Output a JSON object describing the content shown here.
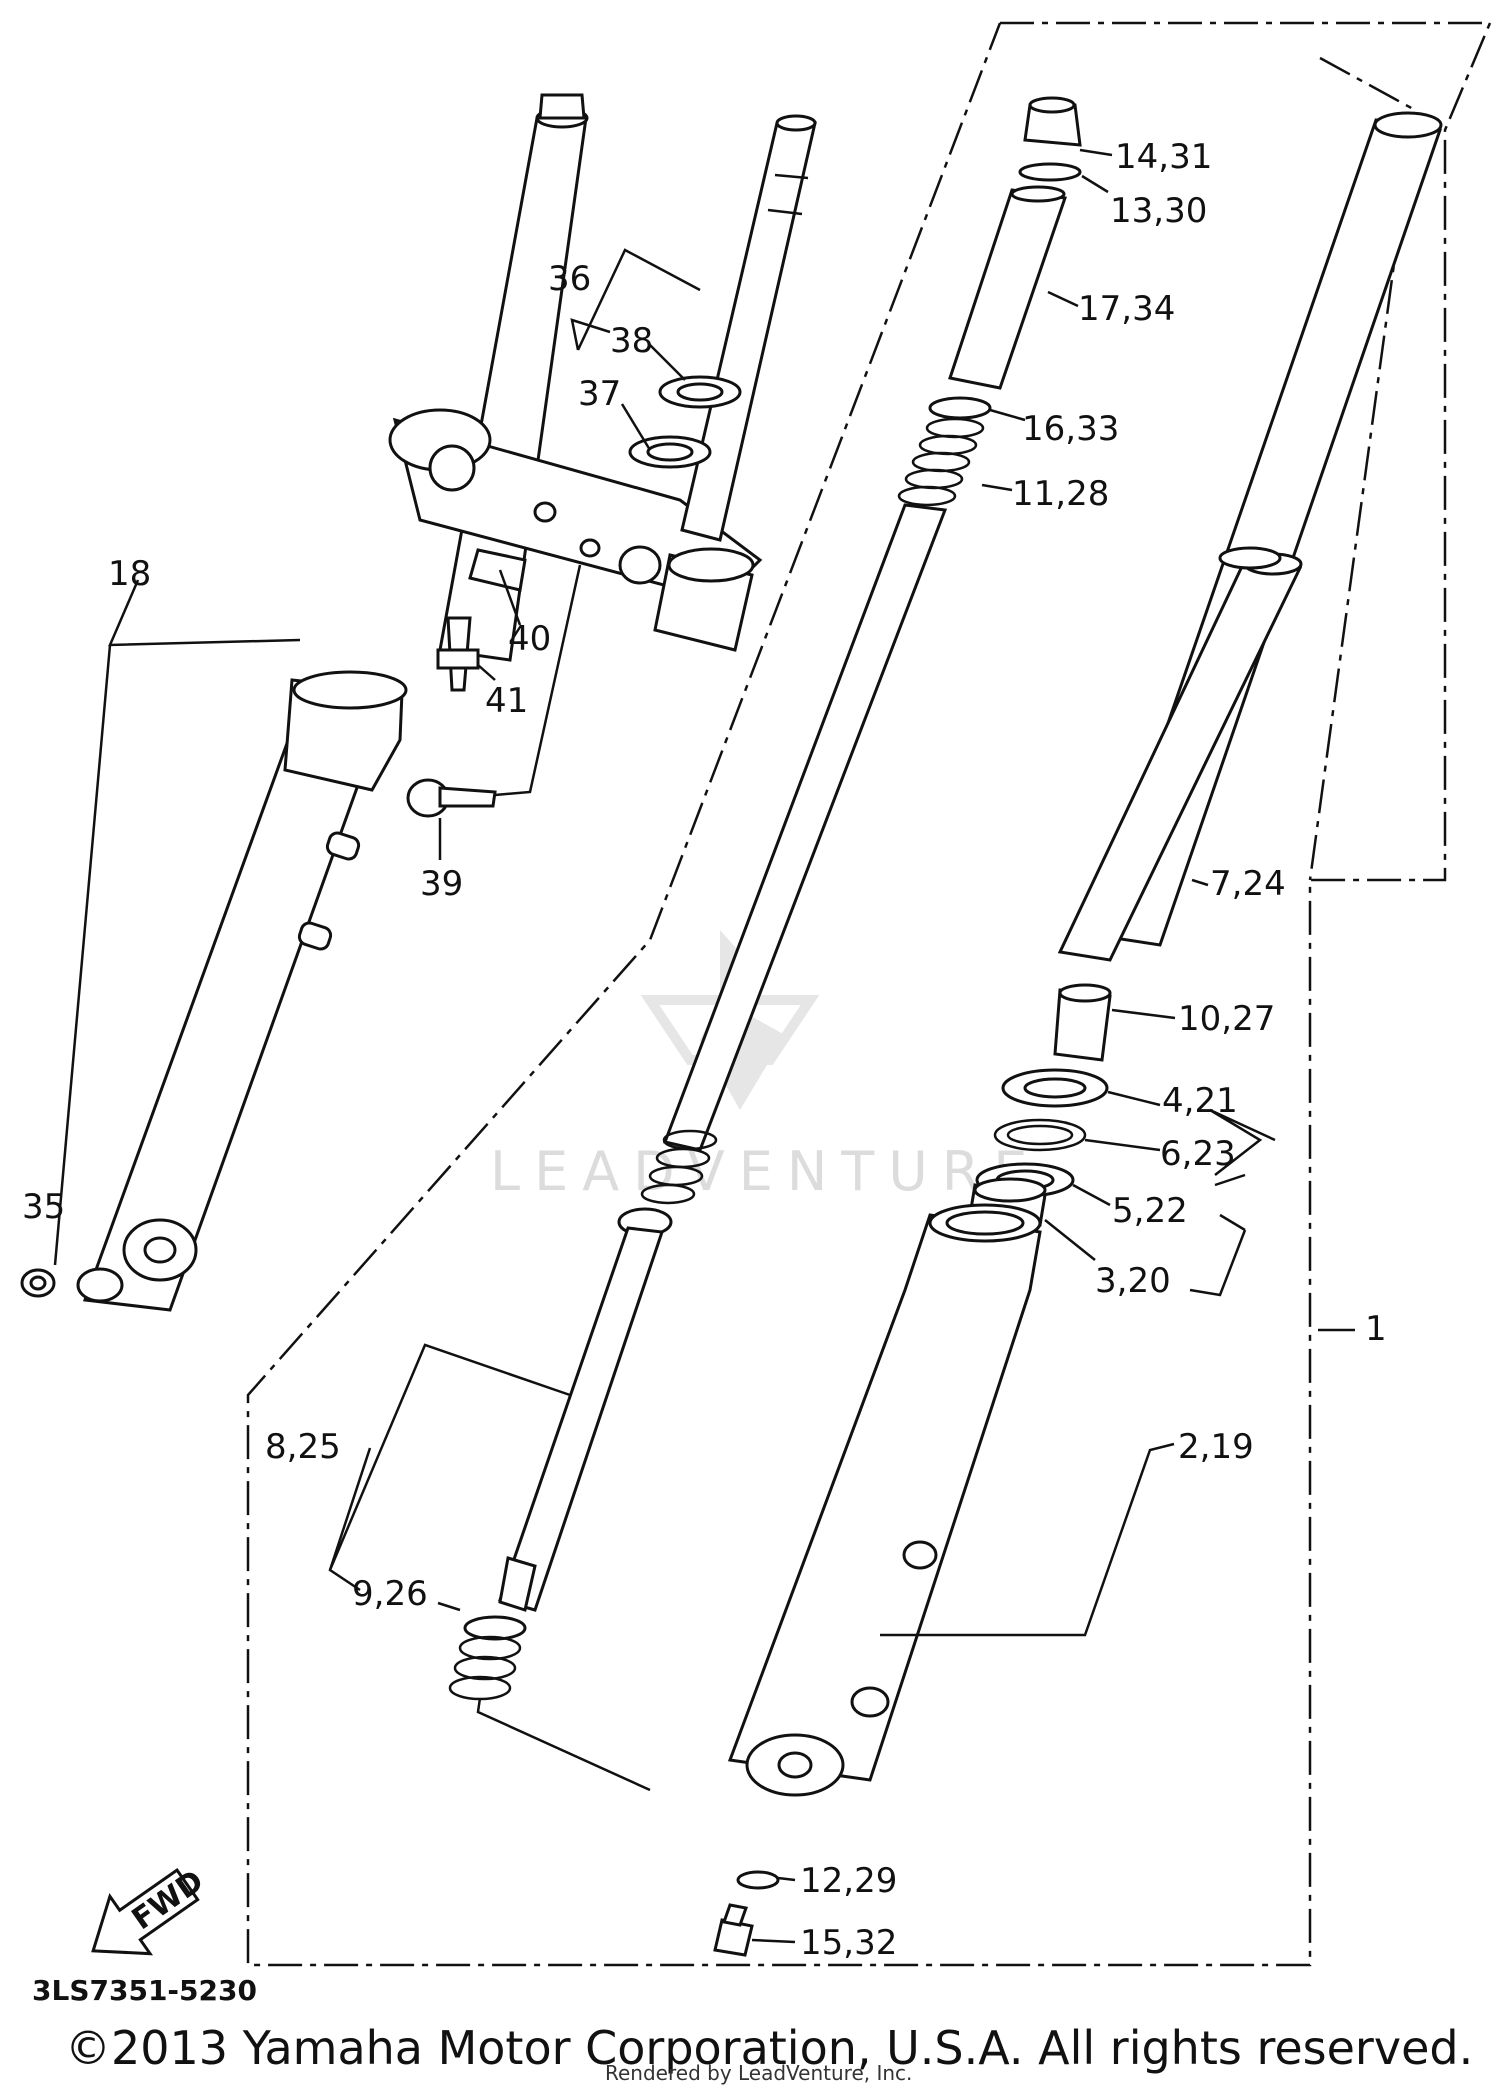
{
  "diagram": {
    "callouts": [
      {
        "key": "c14_31",
        "text": "14,31"
      },
      {
        "key": "c13_30",
        "text": "13,30"
      },
      {
        "key": "c17_34",
        "text": "17,34"
      },
      {
        "key": "c16_33",
        "text": "16,33"
      },
      {
        "key": "c11_28",
        "text": "11,28"
      },
      {
        "key": "c36",
        "text": "36"
      },
      {
        "key": "c38",
        "text": "38"
      },
      {
        "key": "c37",
        "text": "37"
      },
      {
        "key": "c18",
        "text": "18"
      },
      {
        "key": "c40",
        "text": "40"
      },
      {
        "key": "c41",
        "text": "41"
      },
      {
        "key": "c39",
        "text": "39"
      },
      {
        "key": "c7_24",
        "text": "7,24"
      },
      {
        "key": "c10_27",
        "text": "10,27"
      },
      {
        "key": "c4_21",
        "text": "4,21"
      },
      {
        "key": "c6_23",
        "text": "6,23"
      },
      {
        "key": "c5_22",
        "text": "5,22"
      },
      {
        "key": "c3_20",
        "text": "3,20"
      },
      {
        "key": "c1",
        "text": "1"
      },
      {
        "key": "c35",
        "text": "35"
      },
      {
        "key": "c8_25",
        "text": "8,25"
      },
      {
        "key": "c2_19",
        "text": "2,19"
      },
      {
        "key": "c9_26",
        "text": "9,26"
      },
      {
        "key": "c12_29",
        "text": "12,29"
      },
      {
        "key": "c15_32",
        "text": "15,32"
      }
    ],
    "fwd_arrow_label": "FWD",
    "diagram_code": "3LS7351-5230",
    "copyright": "©2013 Yamaha Motor Corporation, U.S.A. All rights reserved.",
    "rendered_by": "Rendered by LeadVenture, Inc.",
    "watermark": "LEADVENTURE"
  }
}
